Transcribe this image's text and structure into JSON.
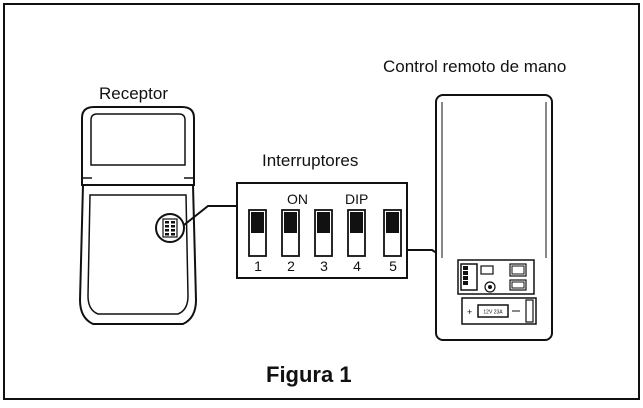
{
  "labels": {
    "receptor": "Receptor",
    "remote": "Control remoto de mano",
    "switches": "Interruptores",
    "on": "ON",
    "dip": "DIP",
    "figure": "Figura 1"
  },
  "switch_numbers": [
    "1",
    "2",
    "3",
    "4",
    "5"
  ],
  "battery_label": "12V 23A",
  "colors": {
    "line": "#111111",
    "background": "#ffffff"
  }
}
